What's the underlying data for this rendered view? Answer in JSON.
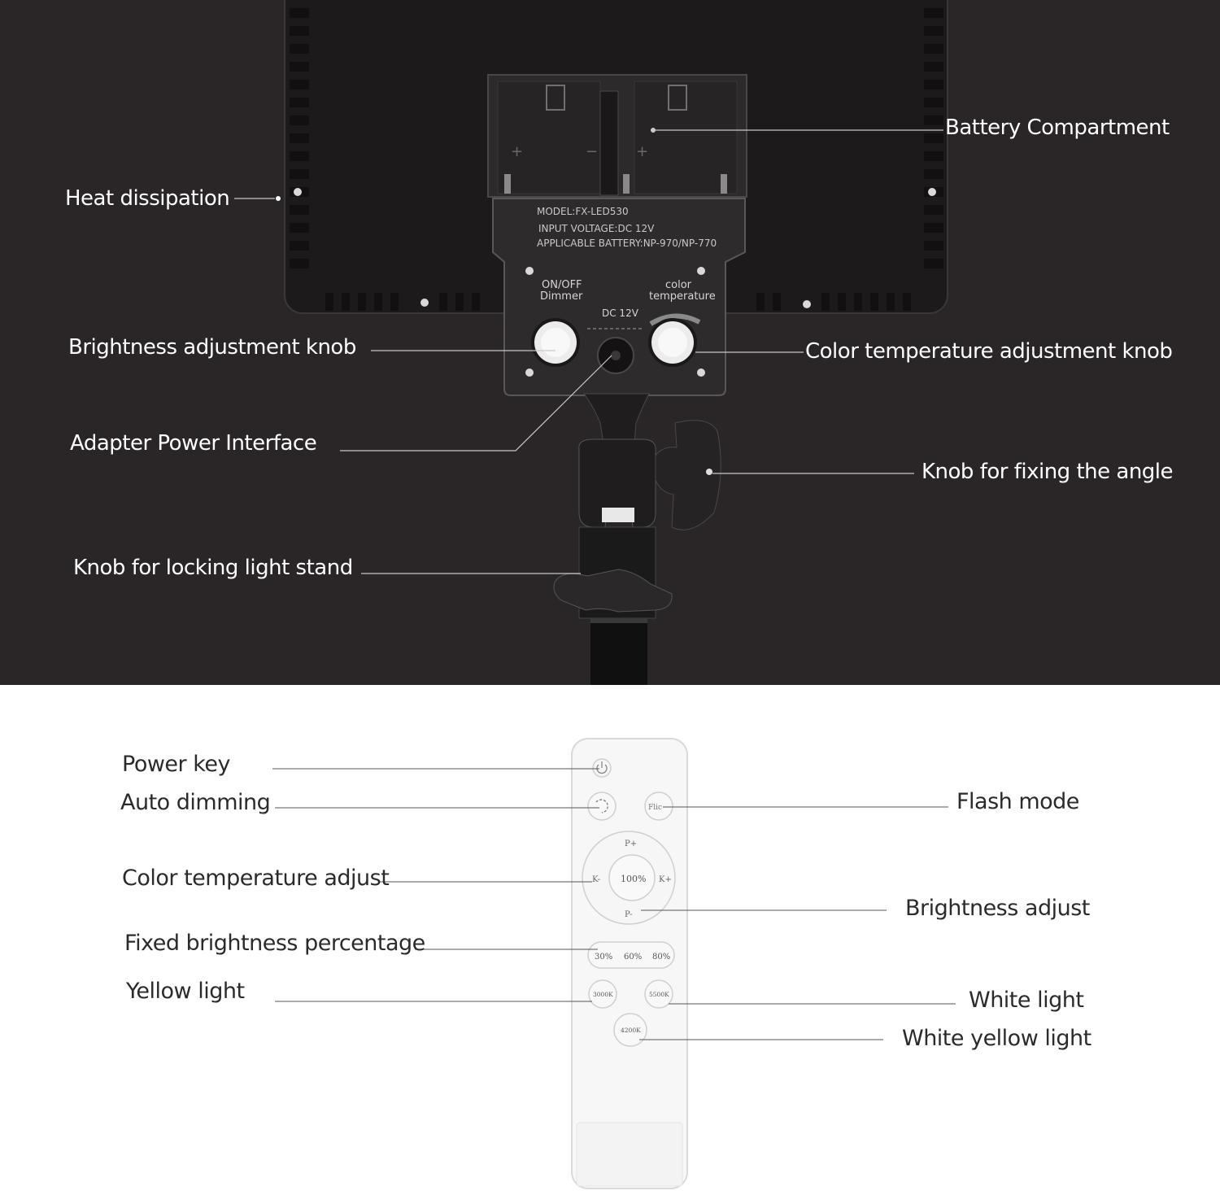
{
  "light_panel": {
    "device_labels": {
      "model": "MODEL:FX-LED530",
      "input_voltage": "INPUT VOLTAGE:DC 12V",
      "battery": "APPLICABLE BATTERY:NP-970/NP-770",
      "knob_left_line1": "ON/OFF",
      "knob_left_line2": "Dimmer",
      "knob_right_line1": "color",
      "knob_right_line2": "temperature",
      "dc_label": "DC 12V"
    },
    "callouts": {
      "battery_compartment": "Battery Compartment",
      "heat_dissipation": "Heat dissipation",
      "brightness_knob": "Brightness adjustment knob",
      "color_temp_knob": "Color temperature adjustment knob",
      "adapter_power": "Adapter Power Interface",
      "angle_knob": "Knob for fixing the angle",
      "locking_knob": "Knob for locking light stand"
    }
  },
  "remote": {
    "buttons": {
      "flash": "Flic",
      "p_plus": "P+",
      "p_minus": "P-",
      "k_minus": "K-",
      "k_plus": "K+",
      "center": "100%",
      "pct_30": "30%",
      "pct_60": "60%",
      "pct_80": "80%",
      "k3000": "3000K",
      "k5500": "5500K",
      "k4200": "4200K"
    },
    "callouts": {
      "power_key": "Power key",
      "auto_dimming": "Auto dimming",
      "flash_mode": "Flash mode",
      "color_temp_adjust": "Color temperature adjust",
      "brightness_adjust": "Brightness adjust",
      "fixed_brightness": "Fixed brightness percentage",
      "yellow_light": "Yellow light",
      "white_light": "White light",
      "white_yellow_light": "White yellow light"
    }
  }
}
